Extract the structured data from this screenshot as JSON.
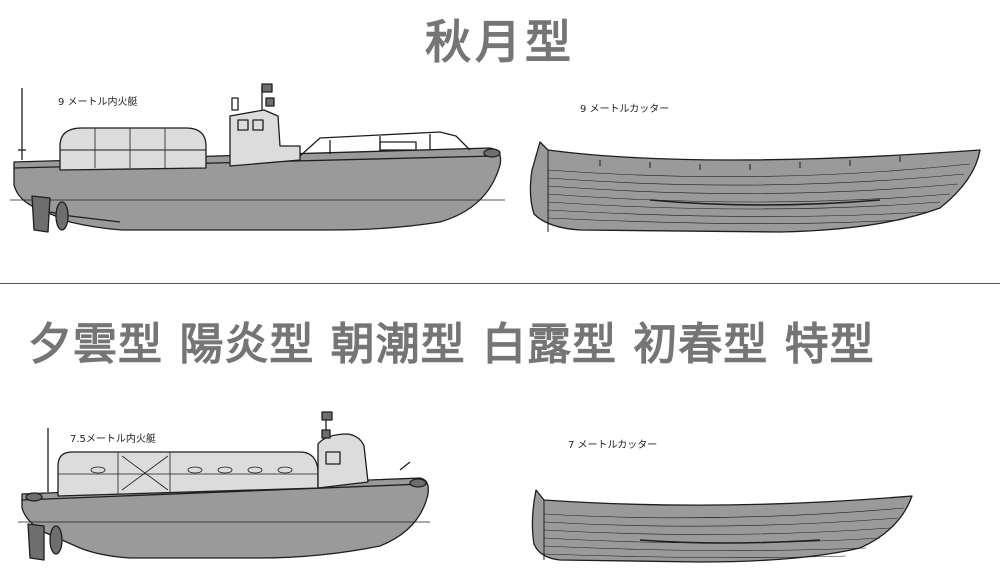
{
  "headings": {
    "top": "秋月型",
    "bottom": "夕雲型  陽炎型  朝潮型  白露型  初春型  特型"
  },
  "captions": {
    "launch_9m": "9 メートル内火艇",
    "cutter_9m": "9 メートルカッター",
    "launch_75m": "7.5メートル内火艇",
    "cutter_7m": "7 メートルカッター"
  },
  "colors": {
    "hull": "#9a9a9a",
    "hull_dark": "#6e6e6e",
    "line": "#1e1e1e",
    "heading": "#757575"
  }
}
